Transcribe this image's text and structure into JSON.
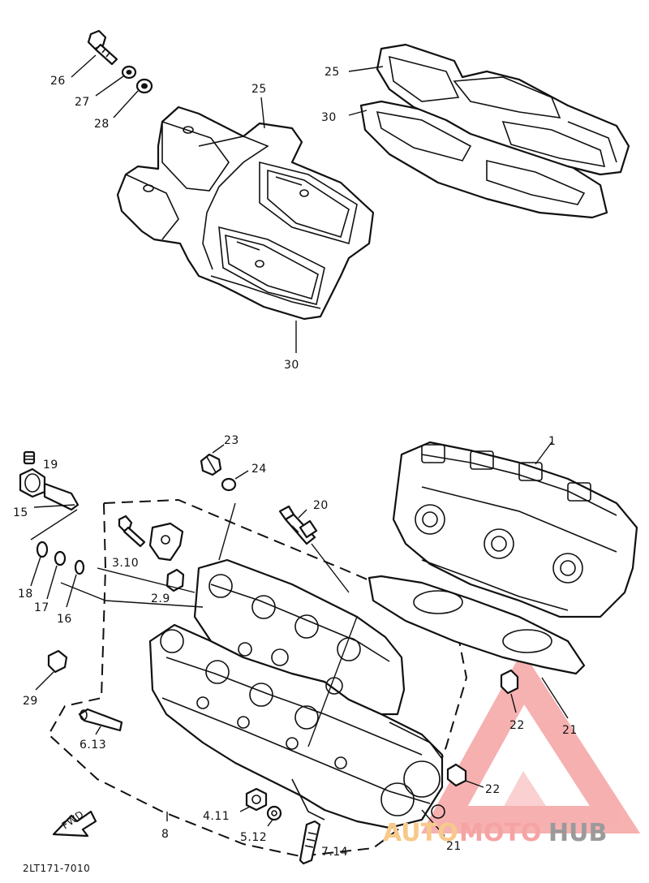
{
  "diagram_code": "2LT171-7010",
  "front_arrow_label": "FWD",
  "watermark": {
    "part1": "AUTO",
    "part2": "MOTO",
    "part3": "HUB",
    "color_primary": "#f5a3a3",
    "color_accent": "#f7c98a",
    "color_dark": "#9a9a9a"
  },
  "callouts": {
    "p26": "26",
    "p27": "27",
    "p28": "28",
    "p25a": "25",
    "p25b": "25",
    "p30a": "30",
    "p30b": "30",
    "p23": "23",
    "p24": "24",
    "p19": "19",
    "p15": "15",
    "p20": "20",
    "p1": "1",
    "p3_10": "3.10",
    "p2_9": "2.9",
    "p18": "18",
    "p17": "17",
    "p16": "16",
    "p29": "29",
    "p6_13": "6.13",
    "p22a": "22",
    "p22b": "22",
    "p21a": "21",
    "p21b": "21",
    "p4_11": "4.11",
    "p5_12": "5.12",
    "p7_14": "7.14",
    "p8": "8"
  }
}
